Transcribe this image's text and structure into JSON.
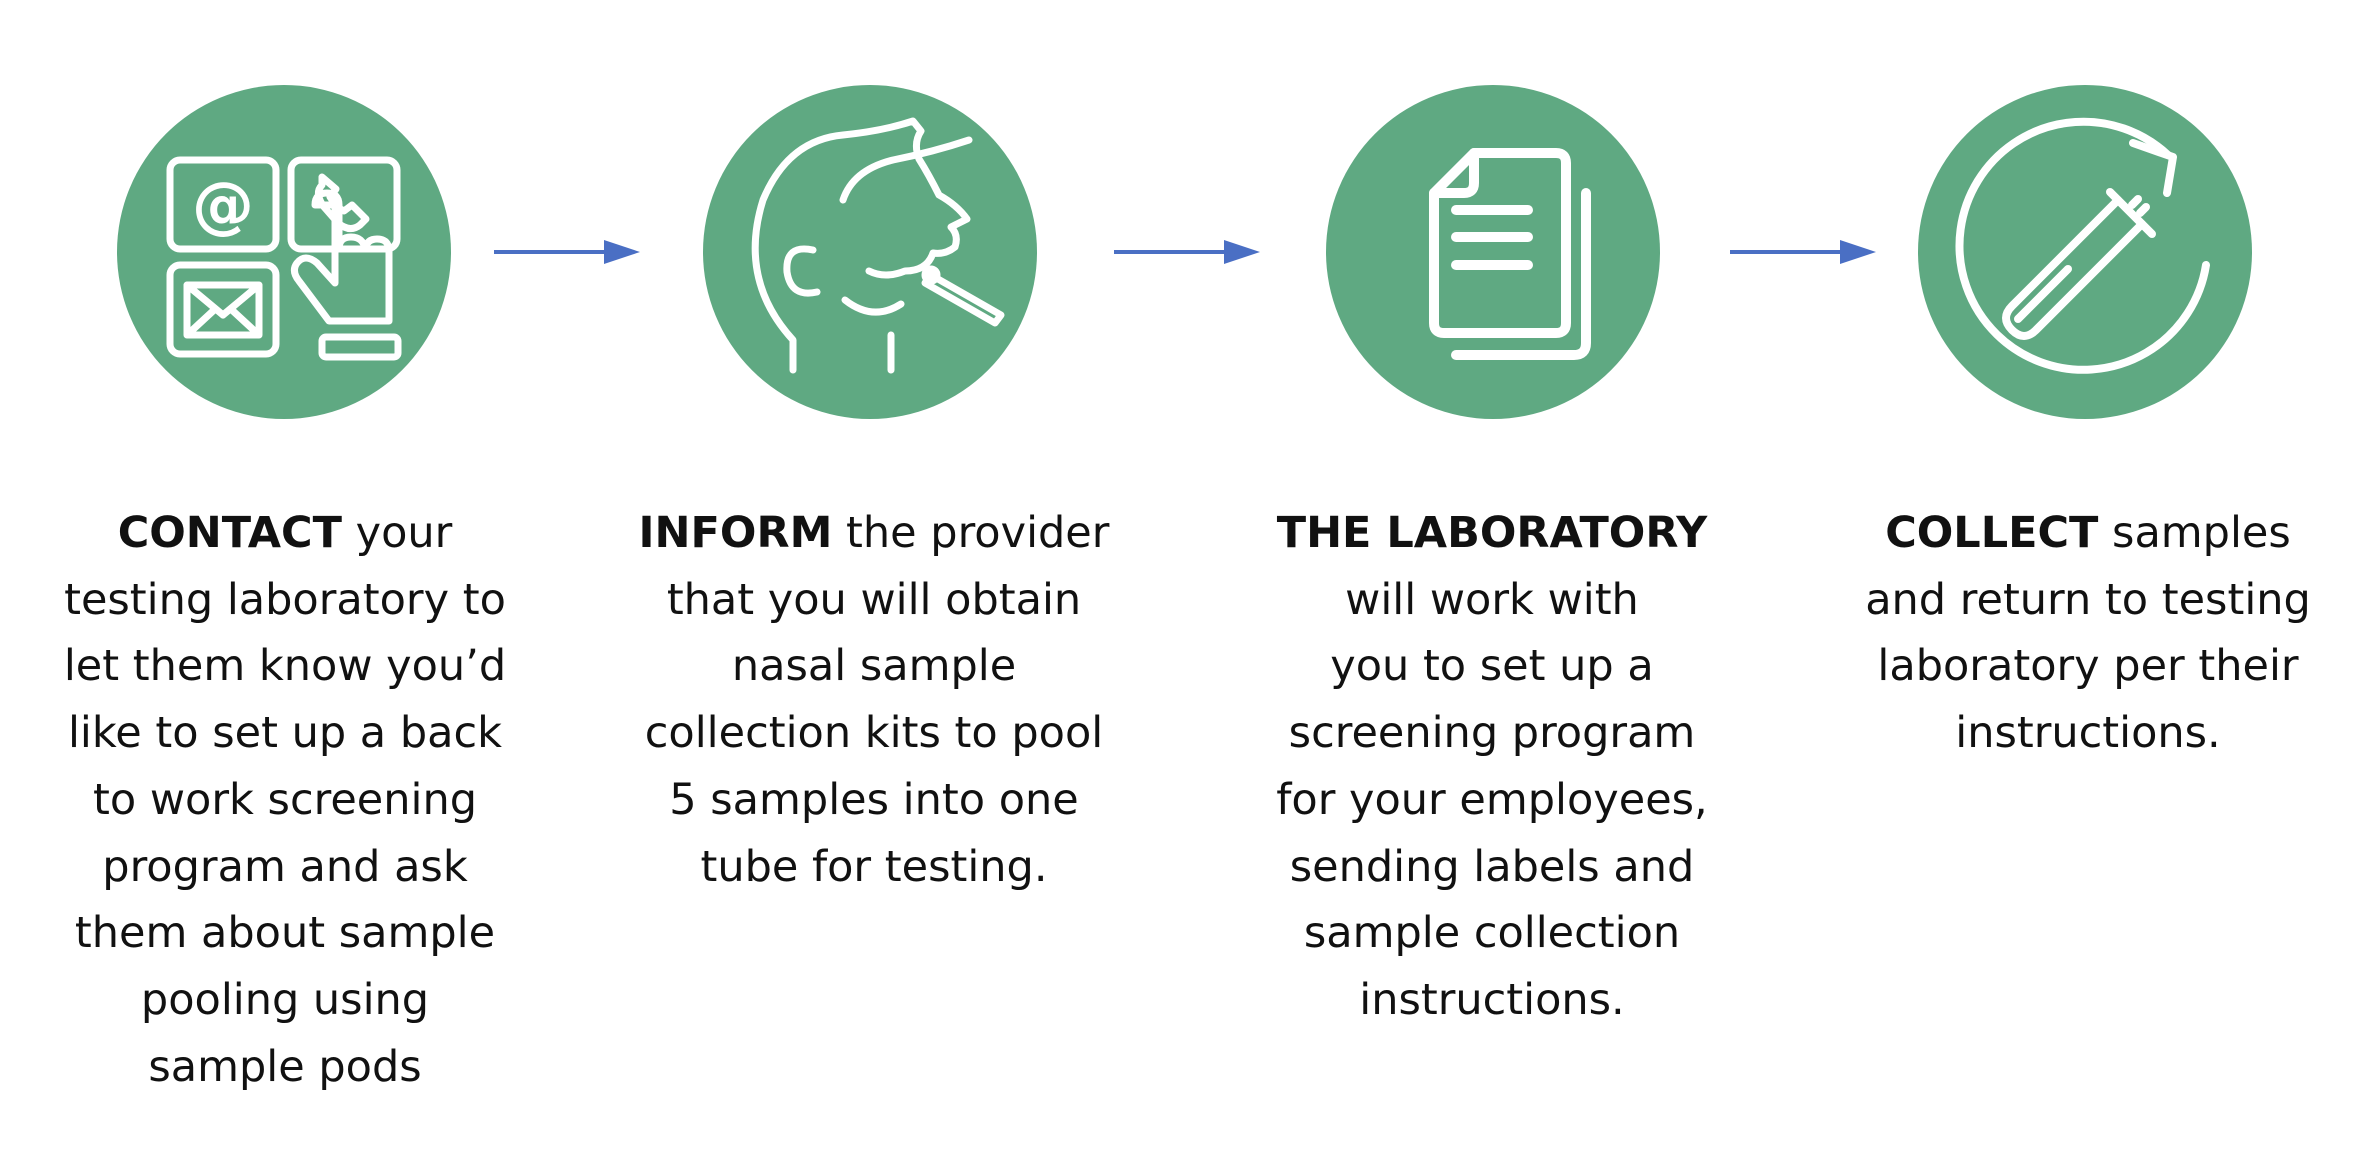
{
  "colors": {
    "circle": "#5fa982",
    "arrow": "#4a6fc4",
    "icon_stroke": "#ffffff",
    "text": "#111111"
  },
  "steps": [
    {
      "icon": "contact-methods-icon",
      "keyword": "CONTACT",
      "lines": [
        " your",
        "testing laboratory to",
        "let them know you’d",
        "like to set up a back",
        "to work screening",
        "program and ask",
        "them about sample",
        "pooling using",
        "sample pods"
      ]
    },
    {
      "icon": "nasal-swab-icon",
      "keyword": "INFORM",
      "lines": [
        " the provider",
        "that you will obtain",
        "nasal sample",
        "collection kits to pool",
        "5 samples into one",
        "tube for testing."
      ]
    },
    {
      "icon": "documents-icon",
      "keyword": "THE LABORATORY",
      "lines": [
        "",
        "will work with",
        "you to set up a",
        "screening program",
        "for your employees,",
        "sending labels and",
        "sample collection",
        "instructions."
      ]
    },
    {
      "icon": "test-tube-return-icon",
      "keyword": "COLLECT",
      "lines": [
        " samples",
        "and return to testing",
        "laboratory per their",
        "instructions."
      ]
    }
  ]
}
